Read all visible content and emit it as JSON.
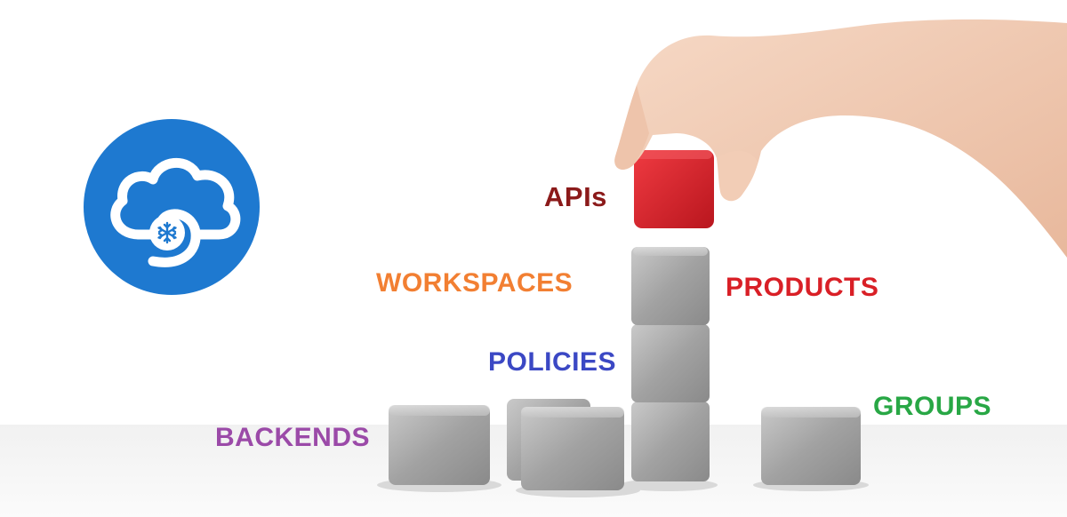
{
  "labels": {
    "apis": "APIs",
    "workspaces": "WORKSPACES",
    "products": "PRODUCTS",
    "policies": "POLICIES",
    "groups": "GROUPS",
    "backends": "BACKENDS"
  },
  "colors": {
    "apis": "#8b1a1a",
    "workspaces": "#f27f32",
    "products": "#d91f26",
    "policies": "#3b48c4",
    "groups": "#28a745",
    "backends": "#9b4aa8",
    "logo_bg": "#1e79d0",
    "red_block": "#d8262f",
    "grey_block": "#a9a9a9"
  },
  "icons": {
    "logo": "cloud-snowflake-icon",
    "hand": "hand-image"
  }
}
